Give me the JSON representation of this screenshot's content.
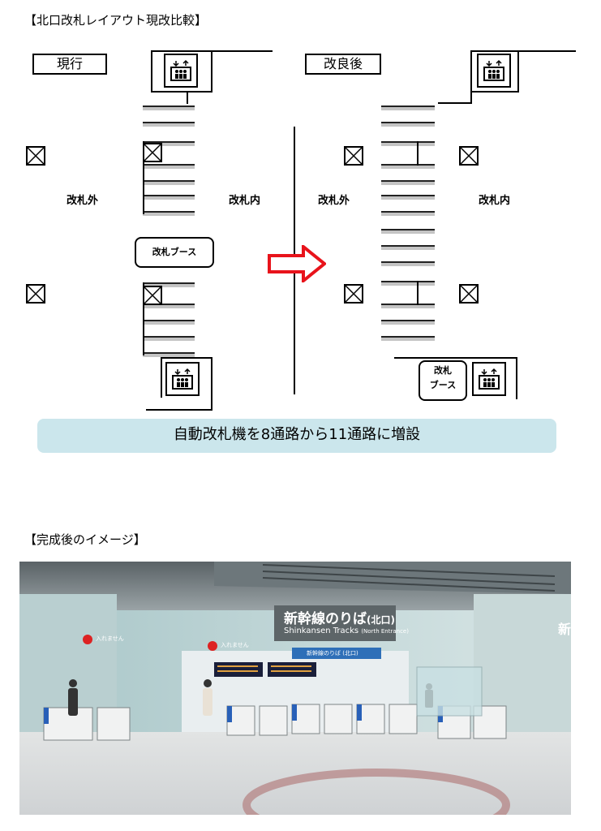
{
  "section1_title": "【北口改札レイアウト現改比較】",
  "current_label": "現行",
  "improved_label": "改良後",
  "outside_gate": "改札外",
  "inside_gate": "改札内",
  "booth_label": "改札ブース",
  "booth_label_line1": "改札",
  "booth_label_line2": "ブース",
  "summary": "自動改札機を8通路から11通路に増設",
  "section2_title": "【完成後のイメージ】",
  "render": {
    "sign_jp": "新幹線のりば",
    "sign_jp_paren": "(北口)",
    "sign_en": "Shinkansen Tracks",
    "sign_en_paren": "(North Entrance)",
    "no_entry_sign": "入れません",
    "small_sign": "新幹線のりば (北口)",
    "right_sign": "新"
  },
  "colors": {
    "banner": "#cbe6ec",
    "arrow": "#e8131b",
    "gate_bar": "#c4c4c4"
  }
}
